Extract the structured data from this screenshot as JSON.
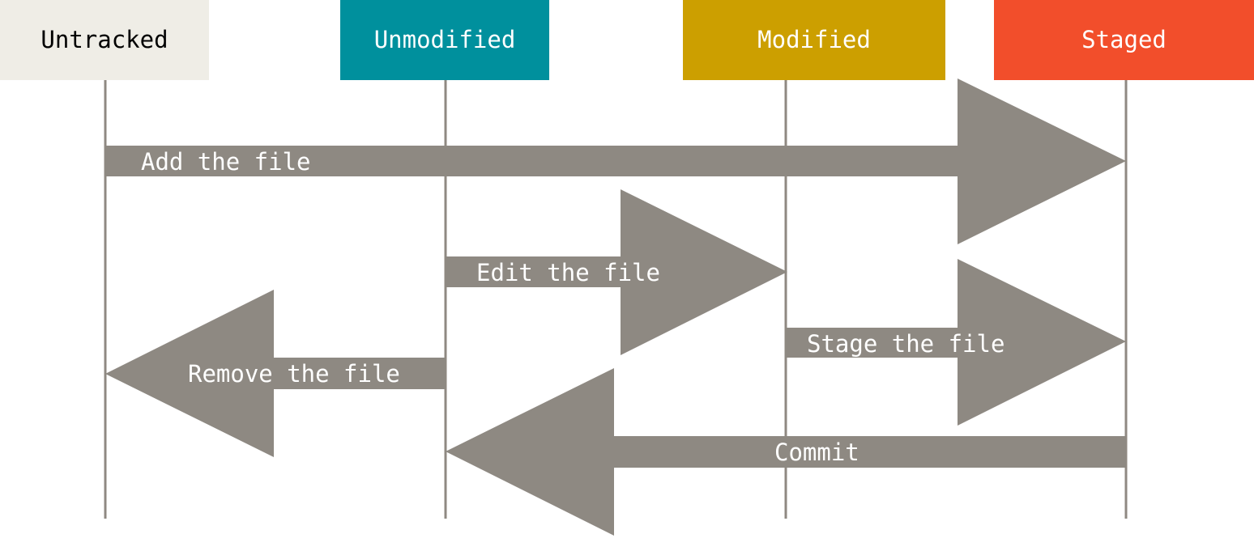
{
  "colors": {
    "untracked": "#efede6",
    "unmodified": "#00909d",
    "modified": "#cc9f00",
    "staged": "#f24e2b",
    "arrow": "#8e8982",
    "lifeline": "#8f8982",
    "text_dark": "#000000",
    "text_light": "#ffffff"
  },
  "states": {
    "untracked": "Untracked",
    "unmodified": "Unmodified",
    "modified": "Modified",
    "staged": "Staged"
  },
  "transitions": {
    "add": "Add the file",
    "edit": "Edit the file",
    "stage": "Stage the file",
    "remove": "Remove the file",
    "commit": "Commit"
  }
}
